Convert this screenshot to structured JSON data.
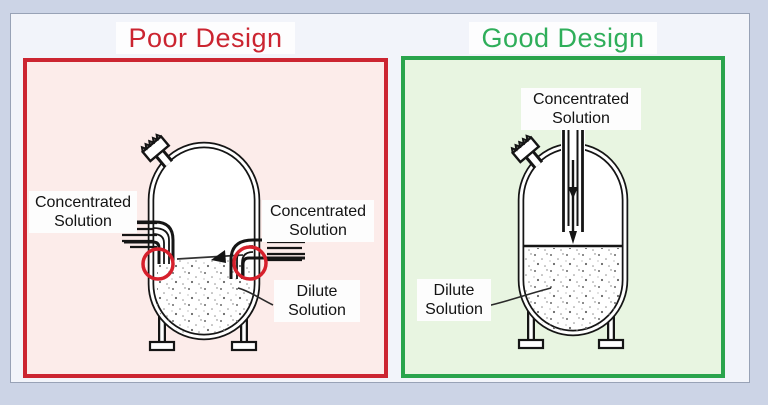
{
  "window": {
    "bg_color": "#ccd4e6",
    "frame_bg_color": "#f2f4fa",
    "frame_border_color": "#98a2b6"
  },
  "poor_panel": {
    "title": "Poor Design",
    "title_color": "#cb2430",
    "border_color": "#cc2531",
    "bg_color": "#fcecea",
    "highlight_color": "#d6202c",
    "labels": {
      "left_inlet": "Concentrated Solution",
      "right_inlet": "Concentrated Solution",
      "dilute": "Dilute Solution"
    }
  },
  "good_panel": {
    "title": "Good Design",
    "title_color": "#2fae5a",
    "border_color": "#2aa44c",
    "bg_color": "#e8f5e1",
    "labels": {
      "top_inlet": "Concentrated Solution",
      "dilute": "Dilute Solution"
    }
  }
}
